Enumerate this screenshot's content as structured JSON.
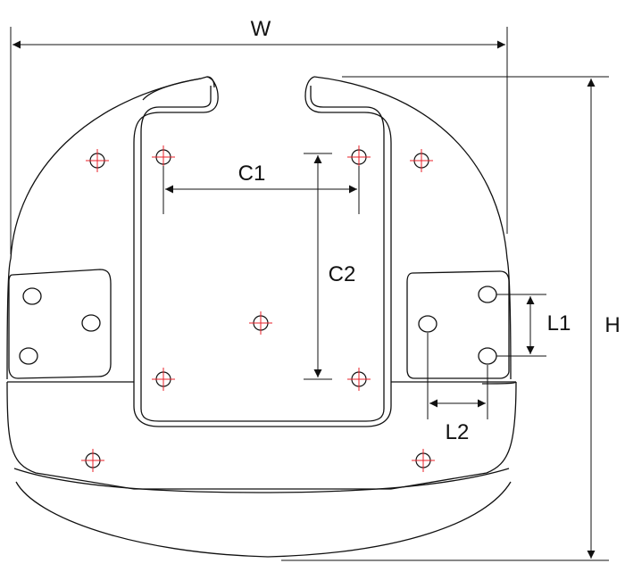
{
  "diagram": {
    "labels": {
      "width": "W",
      "height": "H",
      "c1": "C1",
      "c2": "C2",
      "l1": "L1",
      "l2": "L2"
    },
    "colors": {
      "outline": "#111111",
      "hole_cross": "#e8202a"
    }
  }
}
